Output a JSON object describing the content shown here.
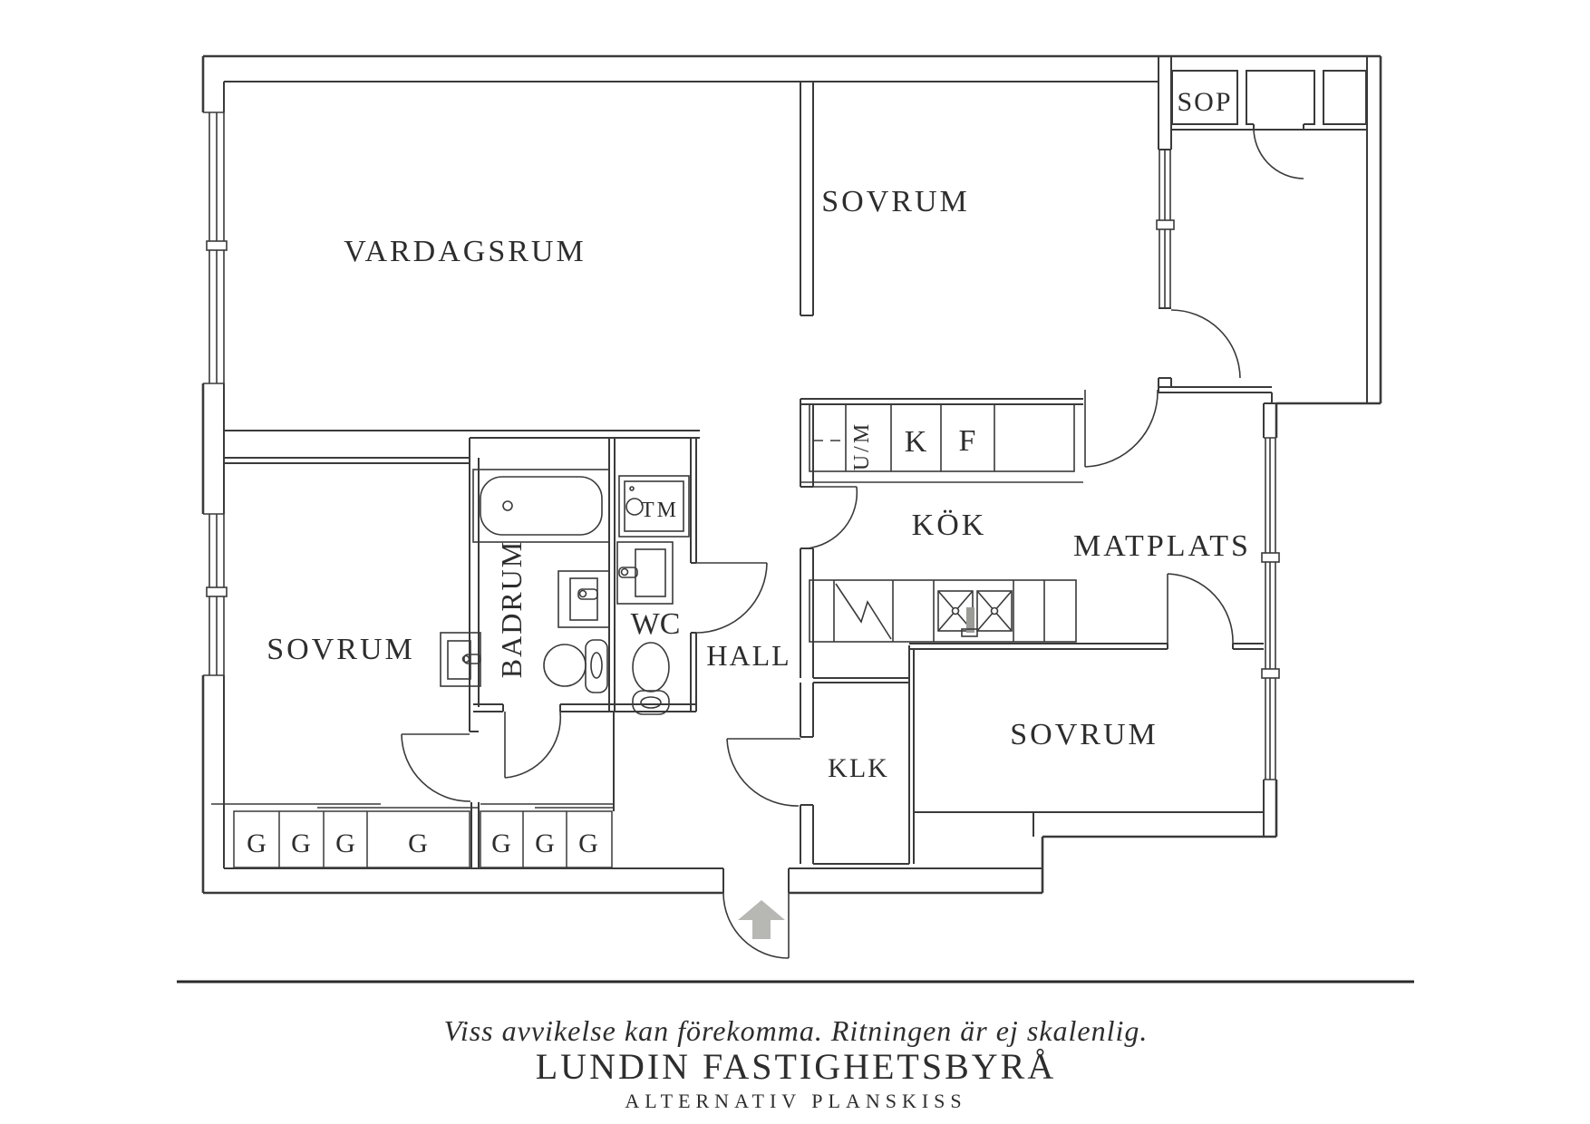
{
  "footer": {
    "disclaimer": "Viss avvikelse kan förekomma. Ritningen är ej skalenlig.",
    "brand": "LUNDIN FASTIGHETSBYRÅ",
    "subtitle": "ALTERNATIV PLANSKISS"
  },
  "rooms": {
    "vardagsrum": "VARDAGSRUM",
    "sovrum": "SOVRUM",
    "kok": "KÖK",
    "matplats": "MATPLATS",
    "hall": "HALL",
    "badrum": "BADRUM",
    "wc": "WC",
    "klk": "KLK",
    "sop": "SOP"
  },
  "labels": {
    "tm": "TM",
    "um": "U/M",
    "k": "K",
    "f": "F",
    "g": "G"
  },
  "colors": {
    "line": "#3a3a3a",
    "text": "#2d2d2d",
    "arrow": "#b7b7b3"
  }
}
